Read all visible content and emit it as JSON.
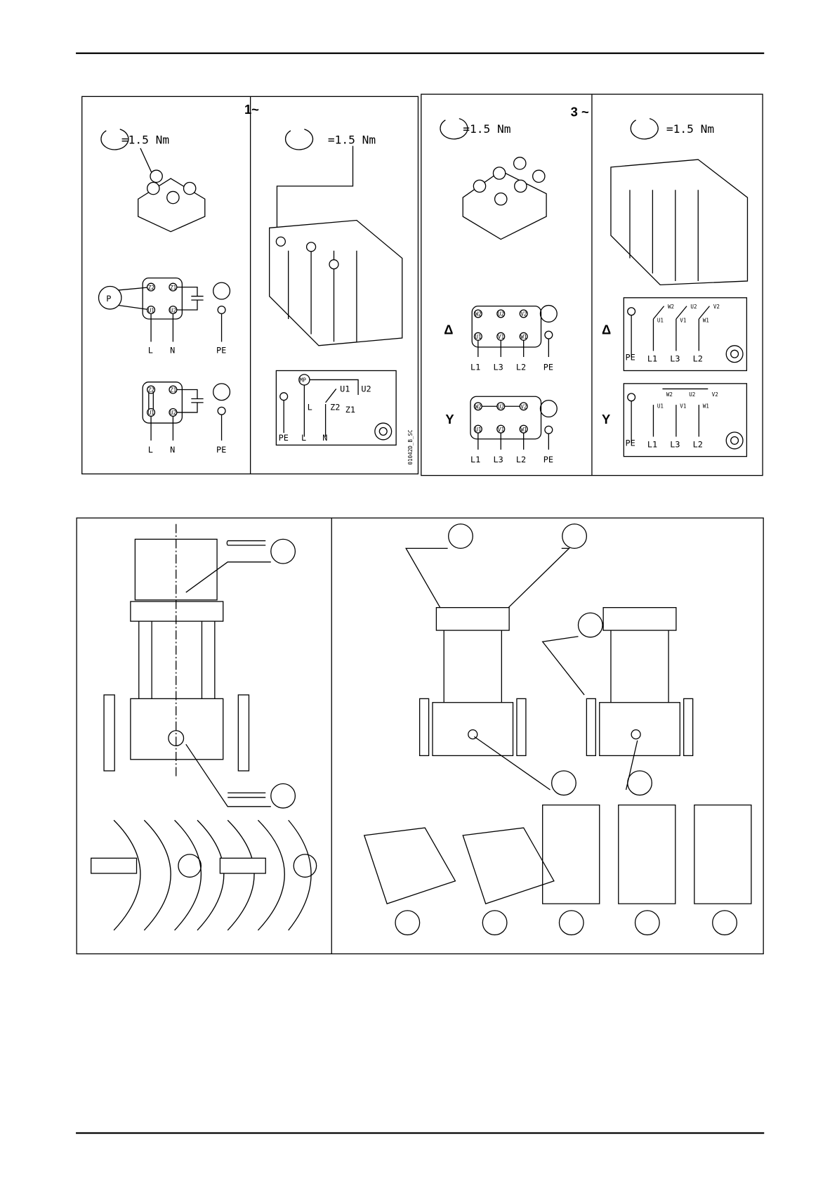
{
  "single_phase": {
    "title": "1~",
    "torque_left": "=1.5 Nm",
    "torque_right": "=1.5 Nm",
    "capacitor_diagram": {
      "protector": "P",
      "terminals": [
        "Z2",
        "Z1",
        "U1",
        "U2"
      ],
      "lines": [
        "L",
        "N",
        "PE"
      ]
    },
    "bridged_diagram": {
      "terminals": [
        "Z2",
        "Z1",
        "U1",
        "U2"
      ],
      "lines": [
        "L",
        "N",
        "PE"
      ]
    },
    "switch_diagram": {
      "protector": "MP",
      "labels": [
        "U1",
        "U2",
        "L",
        "Z2",
        "Z1"
      ],
      "lines": [
        "PE",
        "L",
        "N"
      ]
    },
    "drawing_code": "01042D_B_SC"
  },
  "three_phase": {
    "title": "3 ~",
    "torque_left": "=1.5 Nm",
    "torque_right": "=1.5 Nm",
    "delta_symbol": "Δ",
    "star_symbol": "Y",
    "delta_terminals": [
      "W2",
      "U2",
      "V2",
      "U1",
      "V1",
      "W1"
    ],
    "star_terminals": [
      "W2",
      "U2",
      "V2",
      "U1",
      "V1",
      "W1"
    ],
    "lines": [
      "L1",
      "L3",
      "L2",
      "PE"
    ],
    "delta_switch": {
      "top": [
        "W2",
        "U2",
        "V2"
      ],
      "bottom": [
        "U1",
        "V1",
        "W1"
      ],
      "lines": [
        "PE",
        "L1",
        "L3",
        "L2"
      ]
    },
    "star_switch": {
      "top": [
        "W2",
        "U2",
        "V2"
      ],
      "bottom": [
        "U1",
        "V1",
        "W1"
      ],
      "lines": [
        "PE",
        "L1",
        "L3",
        "L2"
      ]
    }
  }
}
